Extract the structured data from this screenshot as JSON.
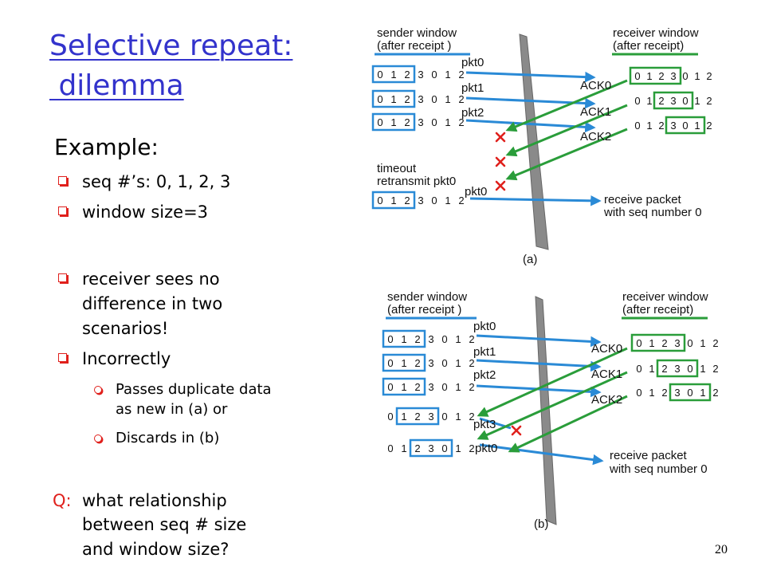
{
  "slide": {
    "title": {
      "line1": "Selective repeat:",
      "line2": " dilemma"
    },
    "example_heading": "Example:",
    "bullets": [
      {
        "lines": [
          "seq #’s: 0, 1, 2, 3"
        ]
      },
      {
        "lines": [
          "window size=3"
        ]
      },
      {
        "lines": [
          "receiver sees no",
          "difference in two",
          "scenarios!"
        ]
      },
      {
        "lines": [
          "Incorrectly"
        ],
        "sub_bullets": [
          {
            "lines": [
              "Passes duplicate data",
              "as new in (a) or"
            ]
          },
          {
            "lines": [
              "Discards in (b)"
            ]
          }
        ]
      }
    ],
    "question": {
      "prefix": "Q:",
      "lines": [
        "what relationship",
        "between seq # size",
        "and window size?"
      ]
    },
    "page_number": "20"
  },
  "colors": {
    "title": "#3333cc",
    "bullet": "#e0201c",
    "question_prefix": "#e0201c",
    "text": "#000000",
    "packet_arrow": "#2a8ad6",
    "ack_arrow": "#2a9d3a",
    "sender_window_box": "#2a8ad6",
    "receiver_window_box": "#2a9d3a",
    "loss_mark": "#e0201c",
    "link_band": "#8a8a8a"
  },
  "icons": {
    "bullet": "hollow-square-bullet",
    "sub_bullet": "hollow-circle-bullet",
    "lost_message": "red-x-mark",
    "arrow": "arrowhead"
  },
  "diagram_a": {
    "label": "(a)",
    "sender_heading": [
      "sender window",
      "(after receipt )"
    ],
    "receiver_heading": [
      "receiver window",
      "(after receipt)"
    ],
    "sender_rows": [
      {
        "seq": [
          "0",
          "1",
          "2",
          "3",
          "0",
          "1",
          "2"
        ],
        "window": [
          0,
          2
        ]
      },
      {
        "seq": [
          "0",
          "1",
          "2",
          "3",
          "0",
          "1",
          "2"
        ],
        "window": [
          0,
          2
        ]
      },
      {
        "seq": [
          "0",
          "1",
          "2",
          "3",
          "0",
          "1",
          "2"
        ],
        "window": [
          0,
          2
        ]
      },
      {
        "seq": [
          "0",
          "1",
          "2",
          "3",
          "0",
          "1",
          "2"
        ],
        "window": [
          0,
          2
        ]
      }
    ],
    "receiver_rows": [
      {
        "seq": [
          "0",
          "1",
          "2",
          "3",
          "0",
          "1",
          "2"
        ],
        "window": [
          0,
          3
        ]
      },
      {
        "seq": [
          "0",
          "1",
          "2",
          "3",
          "0",
          "1",
          "2"
        ],
        "window": [
          2,
          4
        ]
      },
      {
        "seq": [
          "0",
          "1",
          "2",
          "3",
          "0",
          "1",
          "2"
        ],
        "window": [
          3,
          5
        ]
      }
    ],
    "packets": [
      {
        "label": "pkt0",
        "lost": false
      },
      {
        "label": "pkt1",
        "lost": false
      },
      {
        "label": "pkt2",
        "lost": false
      }
    ],
    "acks": [
      {
        "label": "ACK0",
        "lost": true
      },
      {
        "label": "ACK1",
        "lost": true
      },
      {
        "label": "ACK2",
        "lost": true
      }
    ],
    "timeout_note": [
      "timeout",
      "retransmit pkt0"
    ],
    "retransmission": {
      "label": "pkt0",
      "lost": false
    },
    "receiver_note": [
      "receive packet",
      "with seq number 0"
    ]
  },
  "diagram_b": {
    "label": "(b)",
    "sender_heading": [
      "sender window",
      "(after receipt )"
    ],
    "receiver_heading": [
      "receiver window",
      "(after receipt)"
    ],
    "sender_rows": [
      {
        "seq": [
          "0",
          "1",
          "2",
          "3",
          "0",
          "1",
          "2"
        ],
        "window": [
          0,
          2
        ]
      },
      {
        "seq": [
          "0",
          "1",
          "2",
          "3",
          "0",
          "1",
          "2"
        ],
        "window": [
          0,
          2
        ]
      },
      {
        "seq": [
          "0",
          "1",
          "2",
          "3",
          "0",
          "1",
          "2"
        ],
        "window": [
          0,
          2
        ]
      },
      {
        "seq": [
          "0",
          "1",
          "2",
          "3",
          "0",
          "1",
          "2"
        ],
        "window": [
          1,
          3
        ]
      },
      {
        "seq": [
          "0",
          "1",
          "2",
          "3",
          "0",
          "1",
          "2"
        ],
        "window": [
          2,
          4
        ]
      }
    ],
    "receiver_rows": [
      {
        "seq": [
          "0",
          "1",
          "2",
          "3",
          "0",
          "1",
          "2"
        ],
        "window": [
          0,
          3
        ]
      },
      {
        "seq": [
          "0",
          "1",
          "2",
          "3",
          "0",
          "1",
          "2"
        ],
        "window": [
          2,
          4
        ]
      },
      {
        "seq": [
          "0",
          "1",
          "2",
          "3",
          "0",
          "1",
          "2"
        ],
        "window": [
          3,
          5
        ]
      }
    ],
    "packets": [
      {
        "label": "pkt0",
        "lost": false
      },
      {
        "label": "pkt1",
        "lost": false
      },
      {
        "label": "pkt2",
        "lost": false
      },
      {
        "label": "pkt3",
        "lost": true
      },
      {
        "label": "pkt0",
        "lost": false
      }
    ],
    "acks": [
      {
        "label": "ACK0",
        "lost": false
      },
      {
        "label": "ACK1",
        "lost": false
      },
      {
        "label": "ACK2",
        "lost": false
      }
    ],
    "receiver_note": [
      "receive packet",
      "with seq number 0"
    ]
  }
}
